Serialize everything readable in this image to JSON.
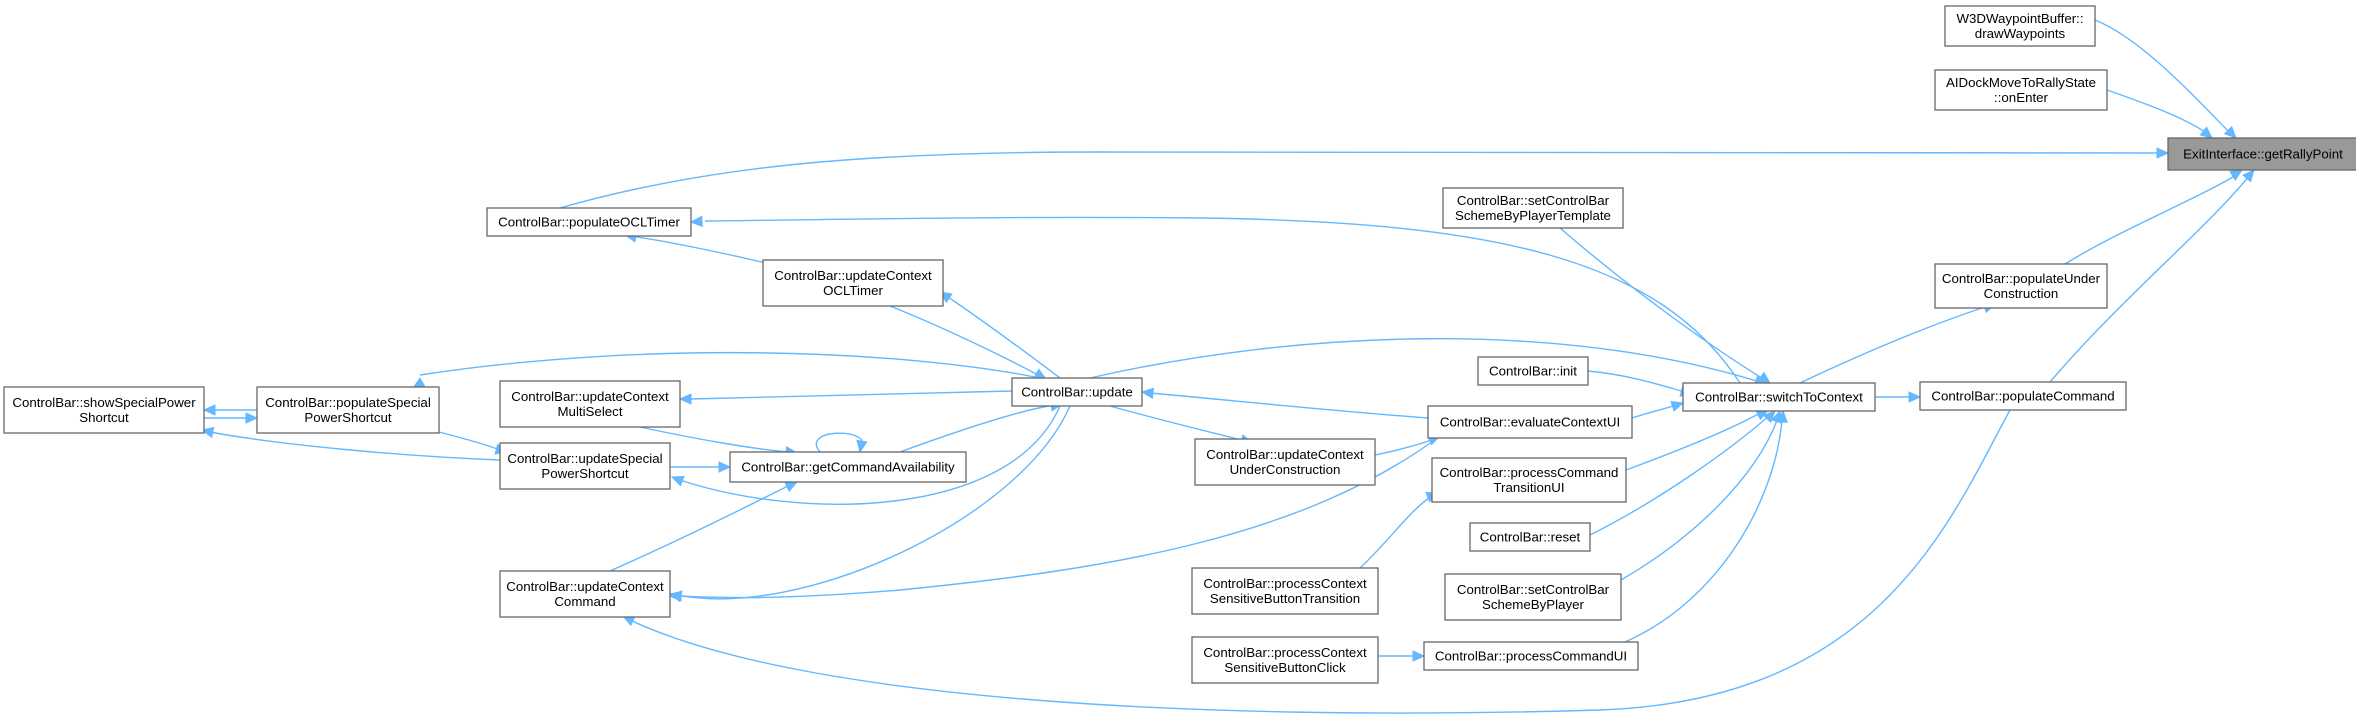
{
  "diagram": {
    "nodes": [
      {
        "id": "exit",
        "lines": [
          "ExitInterface::getRallyPoint"
        ],
        "highlight": true
      },
      {
        "id": "w3d",
        "lines": [
          "W3DWaypointBuffer::",
          "drawWaypoints"
        ]
      },
      {
        "id": "aidock",
        "lines": [
          "AIDockMoveToRallyState",
          "::onEnter"
        ]
      },
      {
        "id": "pocl",
        "lines": [
          "ControlBar::populateOCLTimer"
        ]
      },
      {
        "id": "setscheme",
        "lines": [
          "ControlBar::setControlBar",
          "SchemeByPlayerTemplate"
        ]
      },
      {
        "id": "popunder",
        "lines": [
          "ControlBar::populateUnder",
          "Construction"
        ]
      },
      {
        "id": "ucocl",
        "lines": [
          "ControlBar::updateContext",
          "OCLTimer"
        ]
      },
      {
        "id": "init",
        "lines": [
          "ControlBar::init"
        ]
      },
      {
        "id": "switch",
        "lines": [
          "ControlBar::switchToContext"
        ]
      },
      {
        "id": "popcmd",
        "lines": [
          "ControlBar::populateCommand"
        ]
      },
      {
        "id": "showsp",
        "lines": [
          "ControlBar::showSpecialPower",
          "Shortcut"
        ]
      },
      {
        "id": "popsp",
        "lines": [
          "ControlBar::populateSpecial",
          "PowerShortcut"
        ]
      },
      {
        "id": "ucms",
        "lines": [
          "ControlBar::updateContext",
          "MultiSelect"
        ]
      },
      {
        "id": "update",
        "lines": [
          "ControlBar::update"
        ]
      },
      {
        "id": "evalctx",
        "lines": [
          "ControlBar::evaluateContextUI"
        ]
      },
      {
        "id": "usp",
        "lines": [
          "ControlBar::updateSpecial",
          "PowerShortcut"
        ]
      },
      {
        "id": "getavail",
        "lines": [
          "ControlBar::getCommandAvailability"
        ]
      },
      {
        "id": "ucuc",
        "lines": [
          "ControlBar::updateContext",
          "UnderConstruction"
        ]
      },
      {
        "id": "pctui",
        "lines": [
          "ControlBar::processCommand",
          "TransitionUI"
        ]
      },
      {
        "id": "reset",
        "lines": [
          "ControlBar::reset"
        ]
      },
      {
        "id": "uccmd",
        "lines": [
          "ControlBar::updateContext",
          "Command"
        ]
      },
      {
        "id": "pcsbt",
        "lines": [
          "ControlBar::processContext",
          "SensitiveButtonTransition"
        ]
      },
      {
        "id": "setschemep",
        "lines": [
          "ControlBar::setControlBar",
          "SchemeByPlayer"
        ]
      },
      {
        "id": "pcsbc",
        "lines": [
          "ControlBar::processContext",
          "SensitiveButtonClick"
        ]
      },
      {
        "id": "pcui",
        "lines": [
          "ControlBar::processCommandUI"
        ]
      }
    ],
    "edges": [
      {
        "from": "w3d",
        "to": "exit"
      },
      {
        "from": "aidock",
        "to": "exit"
      },
      {
        "from": "pocl",
        "to": "exit"
      },
      {
        "from": "popunder",
        "to": "exit"
      },
      {
        "from": "popcmd",
        "to": "exit"
      },
      {
        "from": "ucocl",
        "to": "pocl"
      },
      {
        "from": "switch",
        "to": "pocl"
      },
      {
        "from": "setscheme",
        "to": "switch"
      },
      {
        "from": "switch",
        "to": "popunder"
      },
      {
        "from": "switch",
        "to": "popcmd"
      },
      {
        "from": "init",
        "to": "switch"
      },
      {
        "from": "update",
        "to": "switch"
      },
      {
        "from": "evalctx",
        "to": "switch"
      },
      {
        "from": "pctui",
        "to": "switch"
      },
      {
        "from": "reset",
        "to": "switch"
      },
      {
        "from": "setschemep",
        "to": "switch"
      },
      {
        "from": "pcui",
        "to": "switch"
      },
      {
        "from": "update",
        "to": "ucocl"
      },
      {
        "from": "ucocl",
        "to": "update"
      },
      {
        "from": "update",
        "to": "ucms"
      },
      {
        "from": "update",
        "to": "popsp"
      },
      {
        "from": "update",
        "to": "usp"
      },
      {
        "from": "update",
        "to": "uccmd"
      },
      {
        "from": "update",
        "to": "ucuc"
      },
      {
        "from": "evalctx",
        "to": "update"
      },
      {
        "from": "evalctx",
        "to": "uccmd"
      },
      {
        "from": "ucuc",
        "to": "evalctx"
      },
      {
        "from": "getavail",
        "to": "update"
      },
      {
        "from": "ucms",
        "to": "getavail"
      },
      {
        "from": "popsp",
        "to": "usp"
      },
      {
        "from": "popsp",
        "to": "showsp"
      },
      {
        "from": "showsp",
        "to": "popsp"
      },
      {
        "from": "usp",
        "to": "showsp"
      },
      {
        "from": "usp",
        "to": "getavail"
      },
      {
        "from": "uccmd",
        "to": "getavail"
      },
      {
        "from": "getavail",
        "to": "getavail"
      },
      {
        "from": "pcsbt",
        "to": "pctui"
      },
      {
        "from": "pcsbc",
        "to": "pcui"
      },
      {
        "from": "popcmd",
        "to": "uccmd"
      }
    ]
  }
}
